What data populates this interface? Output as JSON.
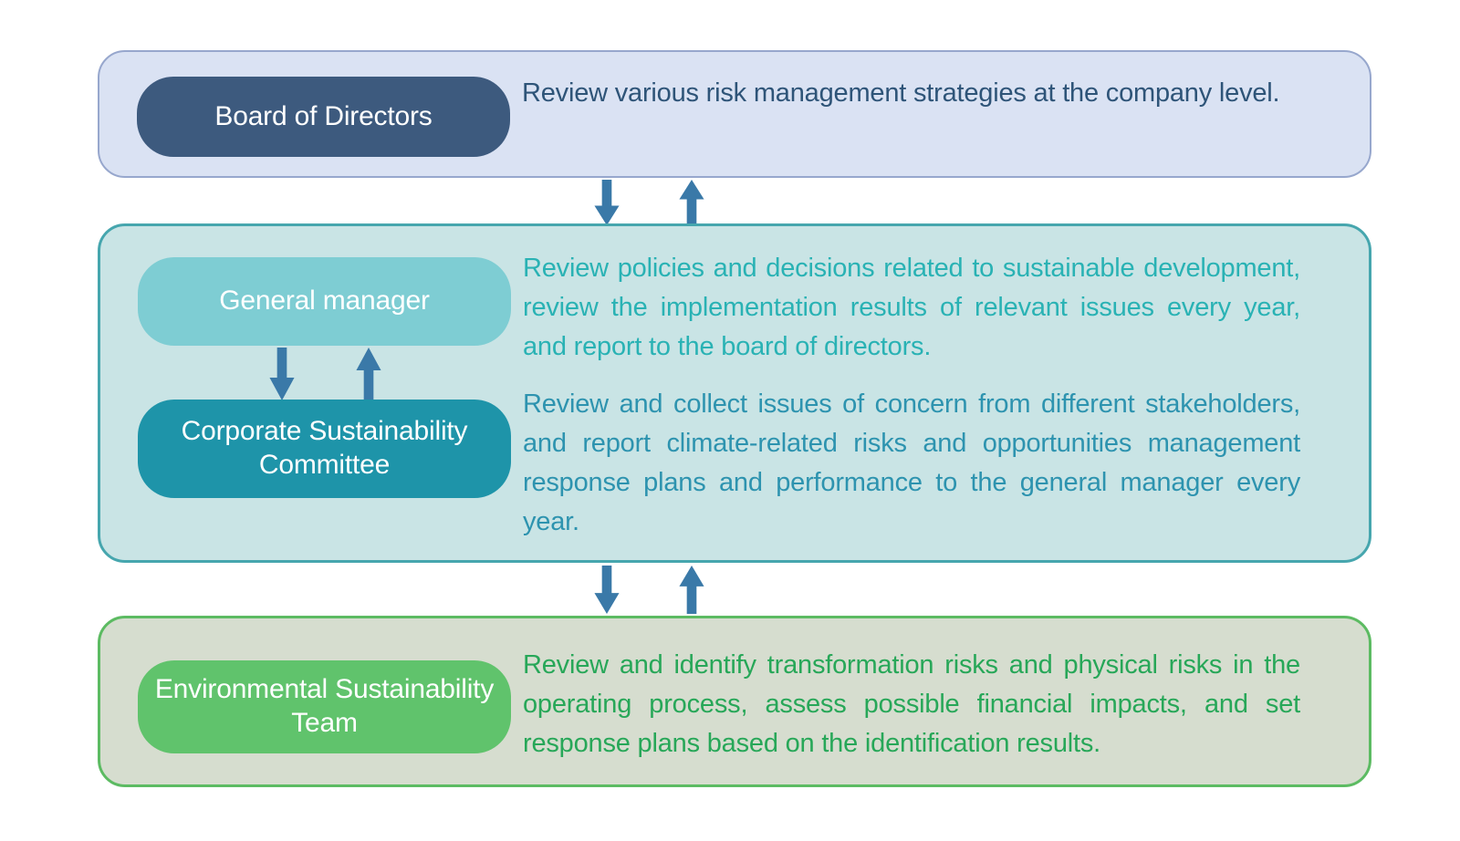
{
  "palette": {
    "board-band-bg": "#dae2f3",
    "board-band-border": "#97a7cd",
    "board-pill-bg": "#3d5a7e",
    "board-text": "#2e5478",
    "mgmt-band-bg": "#c9e4e5",
    "mgmt-band-border": "#46a6ae",
    "gm-pill-bg": "#7ecdd3",
    "gm-text": "#29b2b4",
    "csc-pill-bg": "#1e94a9",
    "csc-text": "#2d93af",
    "env-band-bg": "#d6ddcf",
    "env-band-border": "#5cbb62",
    "env-pill-bg": "#60c36c",
    "env-text": "#27a758",
    "arrow-color": "#3a79a8",
    "pill-text": "#ffffff"
  },
  "diagram": {
    "board": {
      "pill": "Board of Directors",
      "description": "Review various risk management strategies at the company level."
    },
    "management": {
      "general_manager": {
        "pill": "General manager",
        "description": "Review policies and decisions related to sustainable development, review the implementation results of relevant issues every year, and report to the board of directors."
      },
      "committee": {
        "pill": "Corporate Sustainability Committee",
        "description": "Review and collect issues of concern from different stakeholders, and report climate-related risks and opportunities management response plans and performance to the general manager every year."
      }
    },
    "environment": {
      "pill": "Environmental Sustainability Team",
      "description": "Review and identify transformation risks and physical risks in the operating process, assess possible financial impacts, and set response plans based on the identification results."
    }
  }
}
